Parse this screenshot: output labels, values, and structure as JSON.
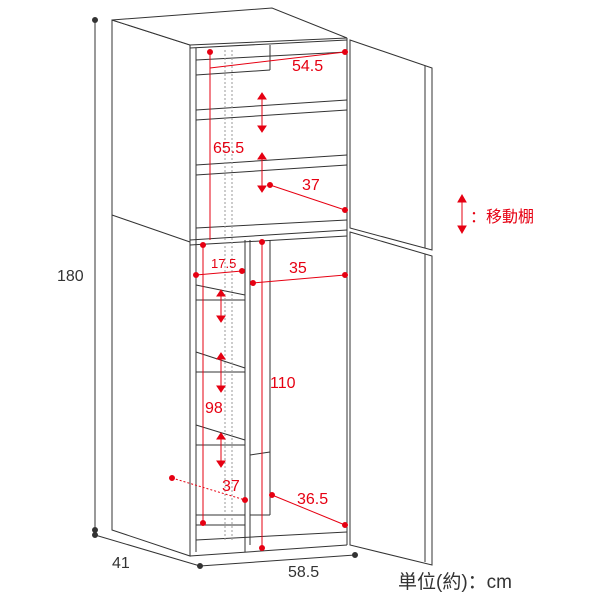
{
  "colors": {
    "accent": "#e60012",
    "line": "#333333"
  },
  "overall": {
    "height": "180",
    "depth": "41",
    "width": "58.5"
  },
  "upper": {
    "inner_width": "54.5",
    "inner_height": "65.5",
    "shelf_depth": "37"
  },
  "lower": {
    "left_width": "17.5",
    "right_width": "35",
    "right_height": "110",
    "left_height": "98",
    "left_depth": "37",
    "right_depth": "36.5"
  },
  "legend": {
    "icon": "double-arrow-icon",
    "text": "：移動棚"
  },
  "unit_label": "単位(約)：cm"
}
